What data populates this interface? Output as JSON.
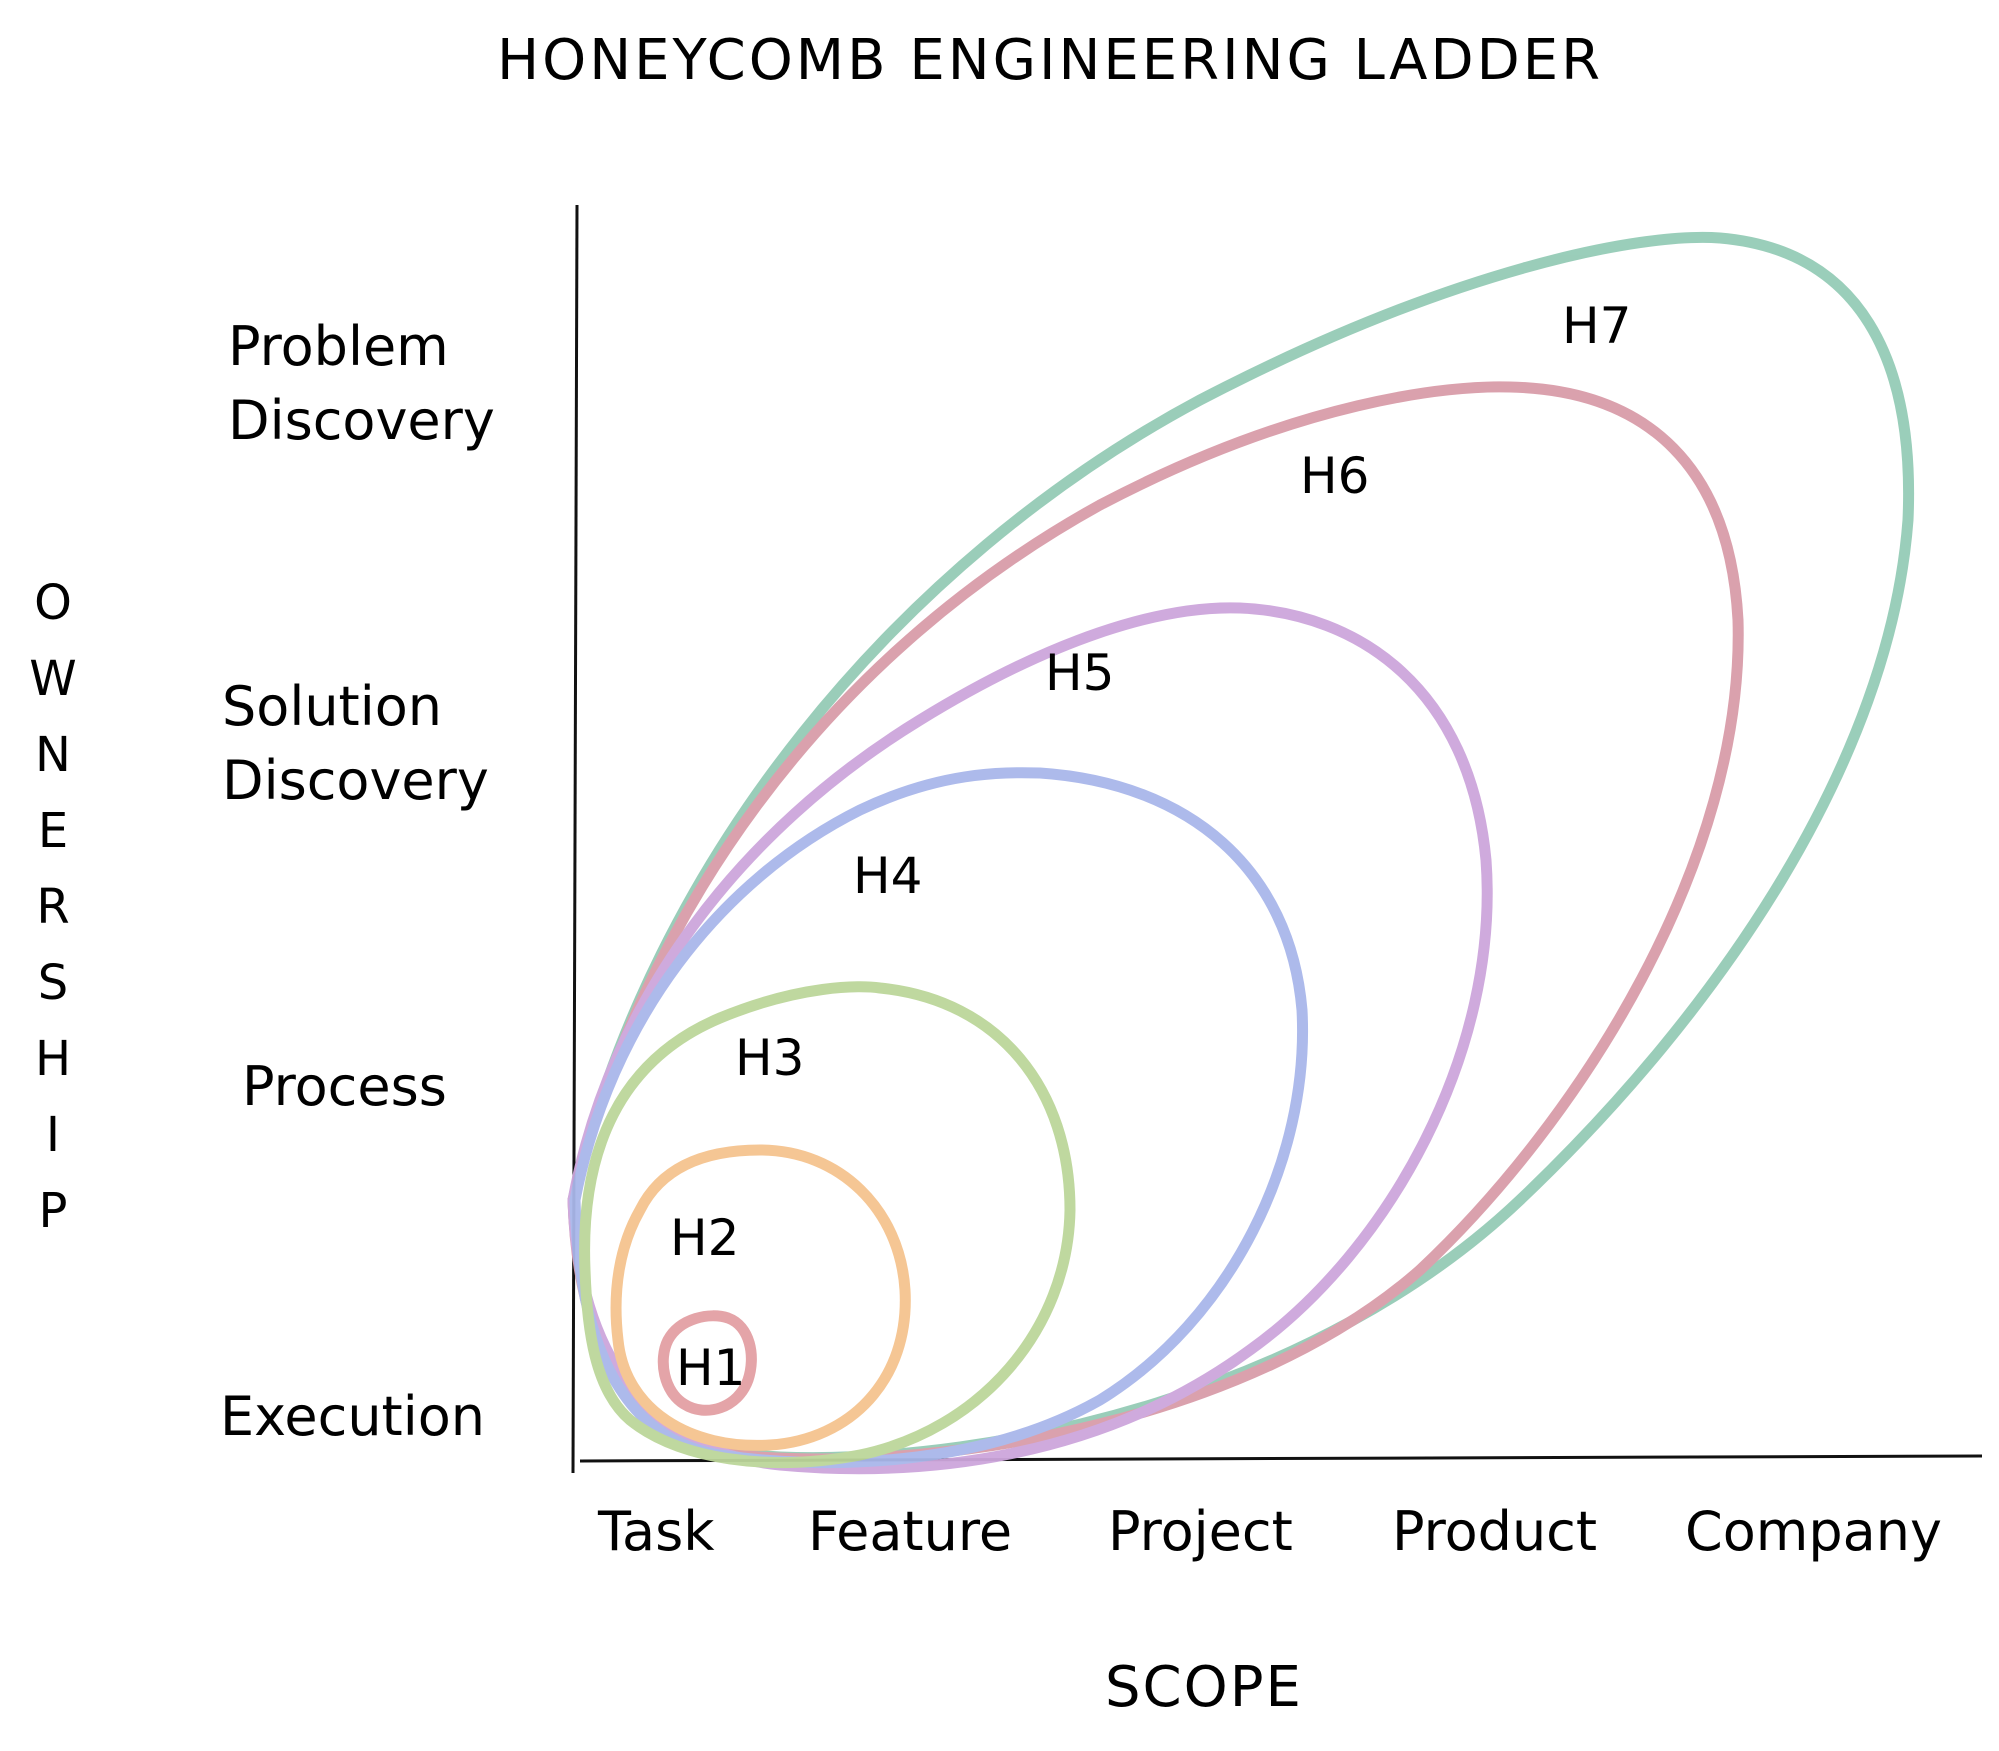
{
  "title": "HONEYCOMB ENGINEERING LADDER",
  "y_axis_title": "OWNERSHIP",
  "x_axis_title": "SCOPE",
  "y_levels": [
    "Problem\nDiscovery",
    "Solution\nDiscovery",
    "Process",
    "Execution"
  ],
  "x_levels": [
    "Task",
    "Feature",
    "Project",
    "Product",
    "Company"
  ],
  "levels": [
    {
      "label": "H1",
      "color": "#e3a0a4"
    },
    {
      "label": "H2",
      "color": "#f5c38f"
    },
    {
      "label": "H3",
      "color": "#bcd69a"
    },
    {
      "label": "H4",
      "color": "#a9b7ea"
    },
    {
      "label": "H5",
      "color": "#cda6dc"
    },
    {
      "label": "H6",
      "color": "#d99ca9"
    },
    {
      "label": "H7",
      "color": "#95cbb6"
    }
  ]
}
